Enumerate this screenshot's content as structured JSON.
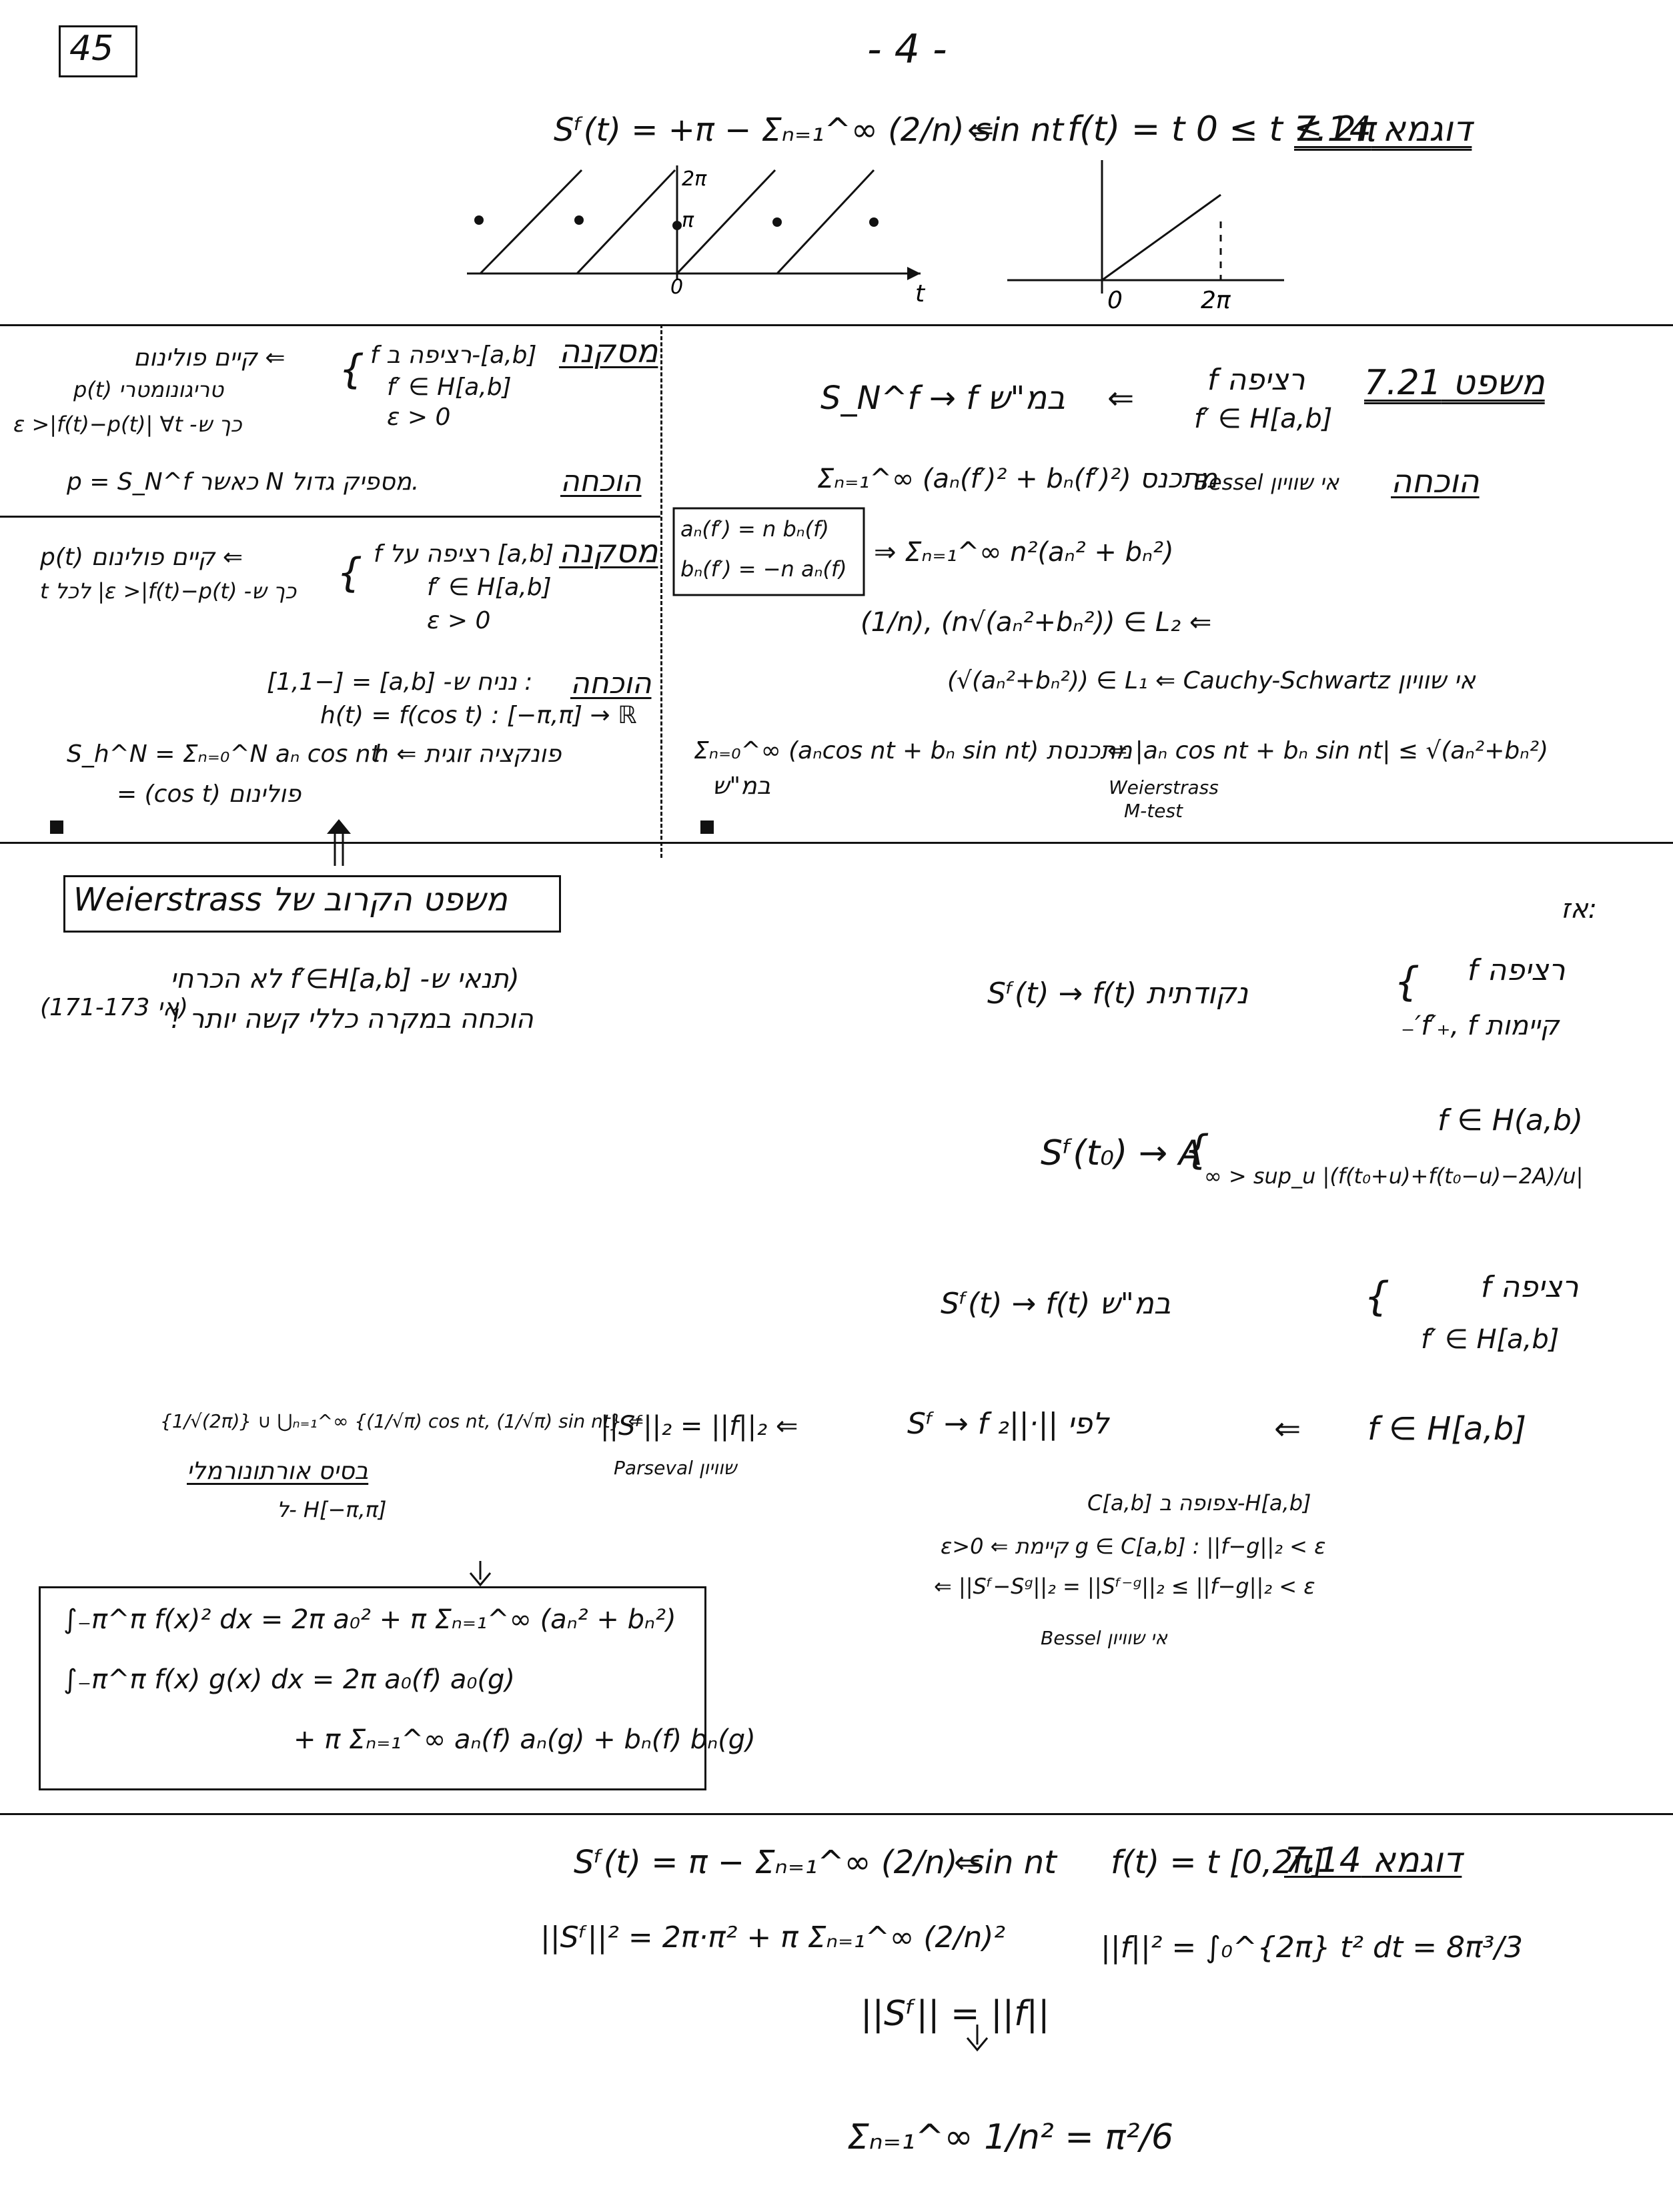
{
  "page": {
    "corner_number": "45",
    "page_number": "- 4 -"
  },
  "example1": {
    "title": "דוגמא 7.14",
    "function": "f(t) = t   0 ≤ t ≤ 2π",
    "series": "Sᶠ(t) = +π − Σₙ₌₁^∞ (2/n) sin nt",
    "arrow": "⇐",
    "graph_left_labels": {
      "top": "2π",
      "mid": "π",
      "origin": "0",
      "axis": "t"
    },
    "graph_right_labels": {
      "origin": "0",
      "end": "2π"
    }
  },
  "theorem721": {
    "title": "משפט 7.21",
    "hyp1": "f רציפה",
    "hyp2": "f′ ∈ H[a,b]",
    "arrow": "⇐",
    "concl": "S_N^f → f  במ\"ש",
    "proof_label": "הוכחה",
    "p1_right": "אי שוויון Bessel",
    "p1_left": "Σₙ₌₁^∞ (aₙ(f′)² + bₙ(f′)²)  מתכנס",
    "box1": "aₙ(f′) = n bₙ(f)",
    "box2": "bₙ(f′) = −n aₙ(f)",
    "p2": "⇒  Σₙ₌₁^∞ n²(aₙ² + bₙ²)",
    "p3": "(1/n),  (n√(aₙ²+bₙ²)) ∈ L₂  ⇐",
    "p4": "(√(aₙ²+bₙ²)) ∈ L₁  ⇐ Cauchy-Schwartz אי שוויון",
    "p5_left": "Σₙ₌₀^∞ (aₙcos nt + bₙ sin nt)  מתכנסת",
    "p5_left2": "במ\"ש",
    "p5_right": "⇐ |aₙ cos nt + bₙ sin nt| ≤ √(aₙ²+bₙ²)",
    "weierstrass_m": "Weierstrass",
    "m_test": "M-test"
  },
  "conclusion1": {
    "title": "מסקנה",
    "h1": "f רציפה ב-[a,b]",
    "h2": "f′ ∈ H[a,b]",
    "h3": "ε > 0",
    "c1": "⇐ קיים פולינום",
    "c2": "p(t)  טריגונומטרי",
    "c3": "כך ש- ε >|f(t)−p(t)| ∀t",
    "proof_label": "הוכחה",
    "proof": "p = S_N^f  כאשר N מספיק גדול."
  },
  "conclusion2": {
    "title": "מסקנה",
    "h1": "f רציפה על [a,b]",
    "h2": "f′ ∈ H[a,b]",
    "h3": "ε > 0",
    "c1": "⇐ קיים פולינום p(t)",
    "c2": "כך ש- ε >|f(t)−p(t)| לכל t",
    "proof_label": "הוכחה",
    "proof1": ": נניח ש- [a,b] = [−1,1]",
    "proof2": "h(t) = f(cos t)  :  [−π,π] → ℝ",
    "proof3": "h ⇐ פונקציה זוגית",
    "s_formula": "S_h^N = Σₙ₌₀^N aₙ cos nt",
    "s_formula2": "= (cos t) פולינום"
  },
  "weierstrass": {
    "title": "משפט הקרוב של Weierstrass",
    "line1": "(תנאי ש- f′∈H[a,b] לא הכרחי",
    "line2": "הוכחה במקרה כללי קשה יותר !",
    "ref": "(171-173 אי)"
  },
  "recall": {
    "label": ":אז",
    "r1_h1": "f רציפה",
    "r1_h2": "קיימות f′₊, f′₋",
    "r1_c": "Sᶠ(t) → f(t)  נקודתית",
    "r2_h1": "f ∈ H(a,b)",
    "r2_h2": "∞ > sup_u |(f(t₀+u)+f(t₀−u)−2A)/u|",
    "r2_c": "Sᶠ(t₀) → A",
    "r3_h1": "f רציפה",
    "r3_h2": "f′ ∈ H[a,b]",
    "r3_c": "Sᶠ(t) → f(t)  במ\"ש",
    "r4_h": "f ∈ H[a,b]",
    "r4_c": "Sᶠ → f  לפי ||·||₂",
    "r4_dense": "C[a,b] צפופה ב-H[a,b]",
    "r4_p1": "ε>0 ⇐ קיימת g ∈ C[a,b] : ||f−g||₂ < ε",
    "r4_p2": "⇐ ||Sᶠ−Sᵍ||₂ = ||Sᶠ⁻ᵍ||₂ ≤ ||f−g||₂ < ε",
    "r4_bessel": "אי שוויון Bessel",
    "parseval_eq": "||Sᶠ||₂ = ||f||₂  ⇐",
    "parseval_lbl": "שוויון Parseval",
    "basis": "{1/√(2π)} ∪ ⋃ₙ₌₁^∞ {(1/√π) cos nt, (1/√π) sin nt}  ⇐",
    "basis_lbl": "בסיס אורתונורמלי",
    "basis_lbl2": "ל- H[−π,π]"
  },
  "parseval_box": {
    "l1": "∫₋π^π f(x)² dx  =  2π a₀² + π Σₙ₌₁^∞ (aₙ² + bₙ²)",
    "l2": "∫₋π^π f(x) g(x) dx  =  2π a₀(f) a₀(g)",
    "l3": "+ π Σₙ₌₁^∞ aₙ(f) aₙ(g) + bₙ(f) bₙ(g)"
  },
  "example2": {
    "title": "דוגמא 7.14",
    "function": "f(t) = t   [0,2π]",
    "series": "Sᶠ(t) = π − Σₙ₌₁^∞ (2/n) sin nt",
    "arrow": "⇐",
    "norm_f": "||f||² = ∫₀^{2π} t² dt  =  8π³/3",
    "norm_s": "||Sᶠ||² = 2π·π² + π Σₙ₌₁^∞ (2/n)²",
    "eq": "||Sᶠ||  =  ||f||",
    "result": "Σₙ₌₁^∞  1/n²   =   π²/6"
  }
}
